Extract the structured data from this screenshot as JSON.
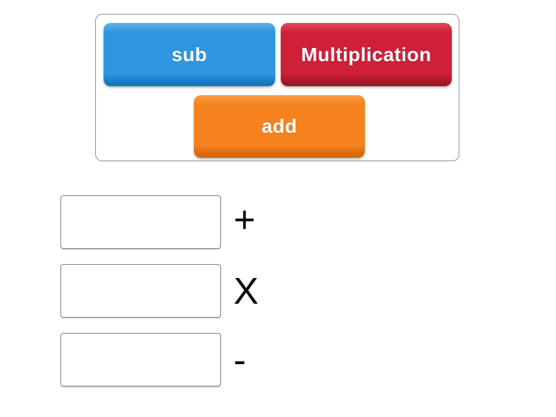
{
  "page": {
    "background_color": "#ffffff"
  },
  "word_bank": {
    "chips": [
      {
        "label": "sub",
        "color": "#2E96E0",
        "color_light": "#5FB1EC",
        "color_dark": "#1875B8"
      },
      {
        "label": "Multiplication",
        "color": "#CE2038",
        "color_light": "#E04A5E",
        "color_dark": "#9E1528"
      },
      {
        "label": "add",
        "color": "#F5821F",
        "color_light": "#F89C44",
        "color_dark": "#D4680C"
      }
    ]
  },
  "rows": [
    {
      "symbol": "+",
      "slot_value": ""
    },
    {
      "symbol": "X",
      "slot_value": ""
    },
    {
      "symbol": "-",
      "slot_value": ""
    }
  ]
}
